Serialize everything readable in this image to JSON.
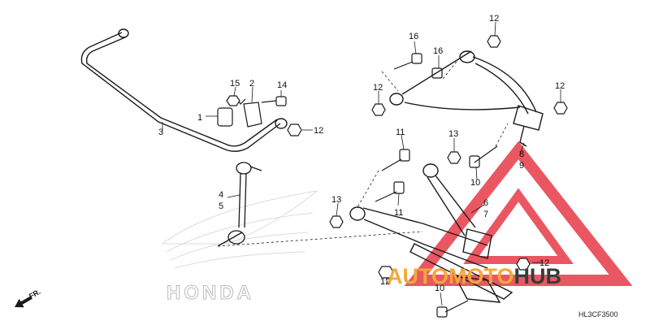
{
  "callouts": {
    "c1": "1",
    "c2": "2",
    "c3": "3",
    "c4": "4",
    "c5": "5",
    "c6": "6",
    "c7": "7",
    "c8": "8",
    "c9": "9",
    "c10a": "10",
    "c10b": "10",
    "c11a": "11",
    "c11b": "11",
    "c12a": "12",
    "c12b": "12",
    "c12c": "12",
    "c12d": "12",
    "c12e": "12",
    "c12f": "12",
    "c13a": "13",
    "c13b": "13",
    "c14": "14",
    "c15": "15",
    "c16a": "16",
    "c16b": "16"
  },
  "direction_marker": "FR.",
  "reference_code": "HL3CF3500",
  "watermark": {
    "brand": "HONDA",
    "text_primary": "AUTOMOTO",
    "text_secondary": "HUB"
  },
  "colors": {
    "line": "#1a1a1a",
    "watermark_red": "#e63946",
    "watermark_orange": "#f2a93b",
    "watermark_gray": "#3a3a3a"
  }
}
